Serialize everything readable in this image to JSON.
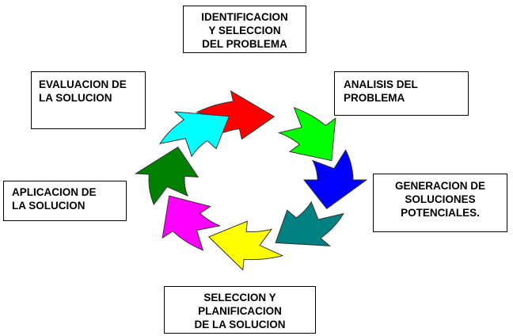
{
  "steps": [
    {
      "name": "identificacion",
      "lines": [
        "IDENTIFICACION",
        "Y SELECCION",
        "DEL PROBLEMA"
      ],
      "color": "#FF0000"
    },
    {
      "name": "analisis",
      "lines": [
        "ANALISIS DEL",
        "PROBLEMA"
      ],
      "color": "#00FF00"
    },
    {
      "name": "generacion",
      "lines": [
        "GENERACION DE",
        "SOLUCIONES",
        "POTENCIALES."
      ],
      "color": "#0000FF"
    },
    {
      "name": "teal",
      "lines": [],
      "color": "#008080"
    },
    {
      "name": "seleccion",
      "lines": [
        "SELECCION Y",
        "PLANIFICACION",
        "DE LA SOLUCION"
      ],
      "color": "#FFFF00"
    },
    {
      "name": "aplicacion",
      "lines": [
        "APLICACION DE",
        "LA SOLUCION"
      ],
      "color": "#FF00FF"
    },
    {
      "name": "green-dark",
      "lines": [],
      "color": "#008000"
    },
    {
      "name": "evaluacion",
      "lines": [
        "EVALUACION DE",
        "LA SOLUCION"
      ],
      "color": "#00FFFF"
    }
  ]
}
